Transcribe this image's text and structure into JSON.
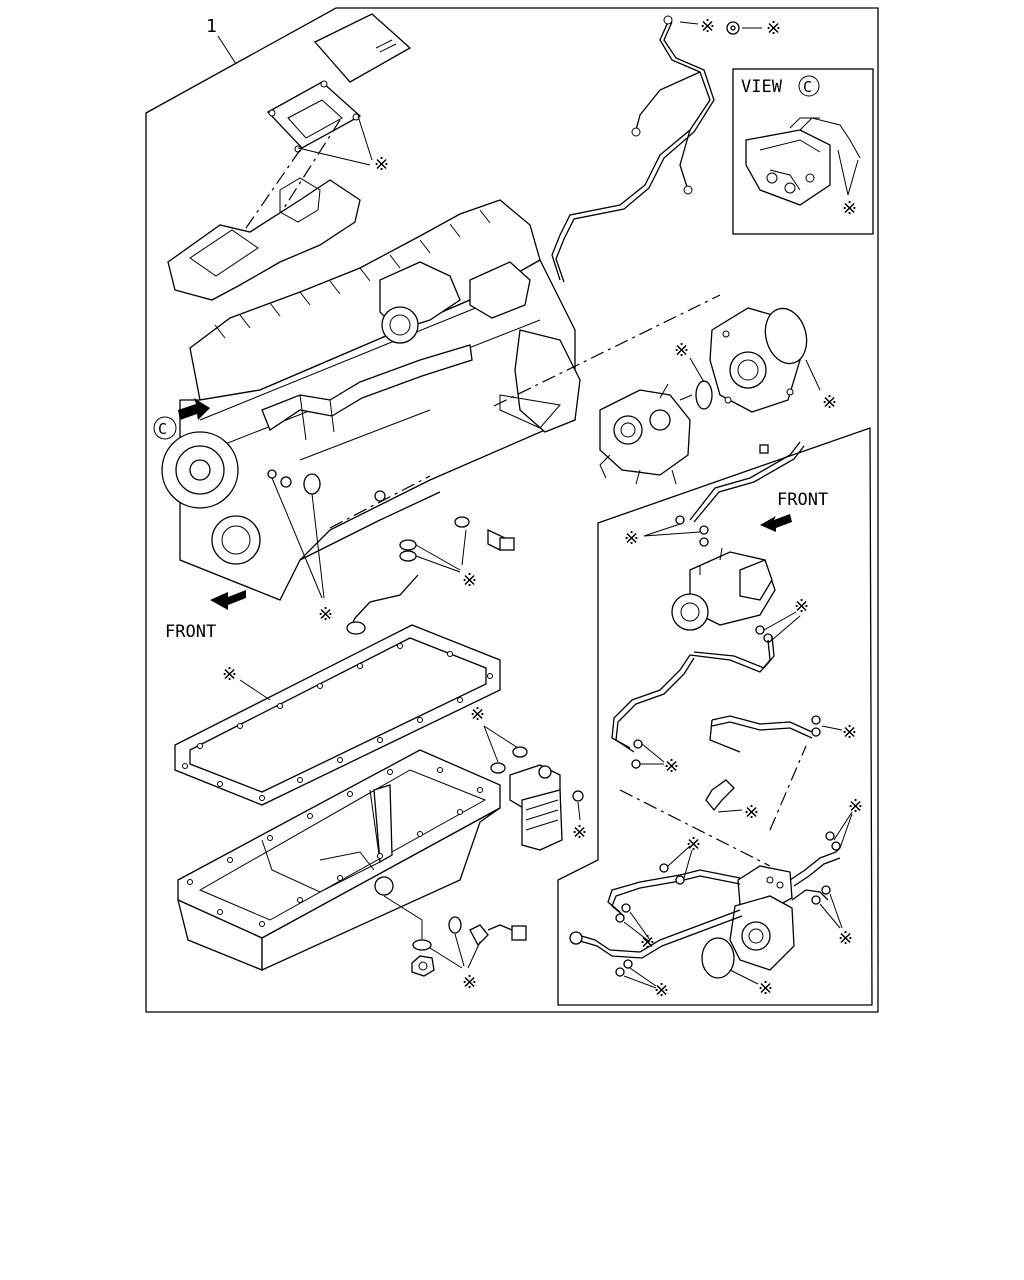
{
  "diagram": {
    "callout_number": "1",
    "view_label": "VIEW",
    "view_letter": "C",
    "view_arrow_letter": "C",
    "front_label_main": "FRONT",
    "front_label_inset": "FRONT",
    "asterisk": "※"
  }
}
